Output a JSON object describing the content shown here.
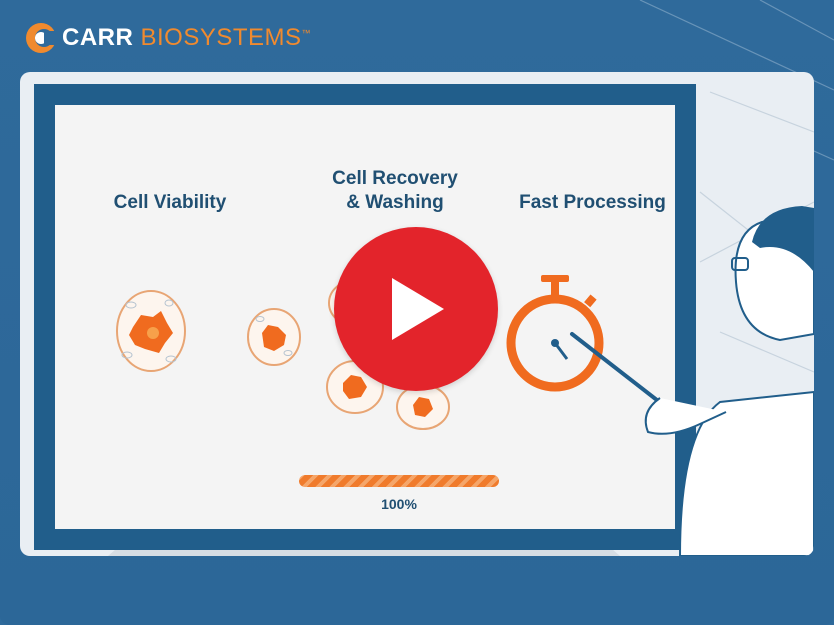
{
  "brand": {
    "name_part1": "CARR",
    "name_part2": "BIOSYSTEMS",
    "trademark": "™",
    "logo_icon": "carr-logo-icon",
    "colors": {
      "navy": "#215e8b",
      "orange": "#f08a2e",
      "red": "#e3242b"
    }
  },
  "video": {
    "headings": {
      "viability": "Cell Viability",
      "recovery": "Cell Recovery\n& Washing",
      "processing": "Fast Processing"
    },
    "progress": {
      "label": "100%",
      "value": 1.0
    },
    "play_icon": "play-icon"
  }
}
